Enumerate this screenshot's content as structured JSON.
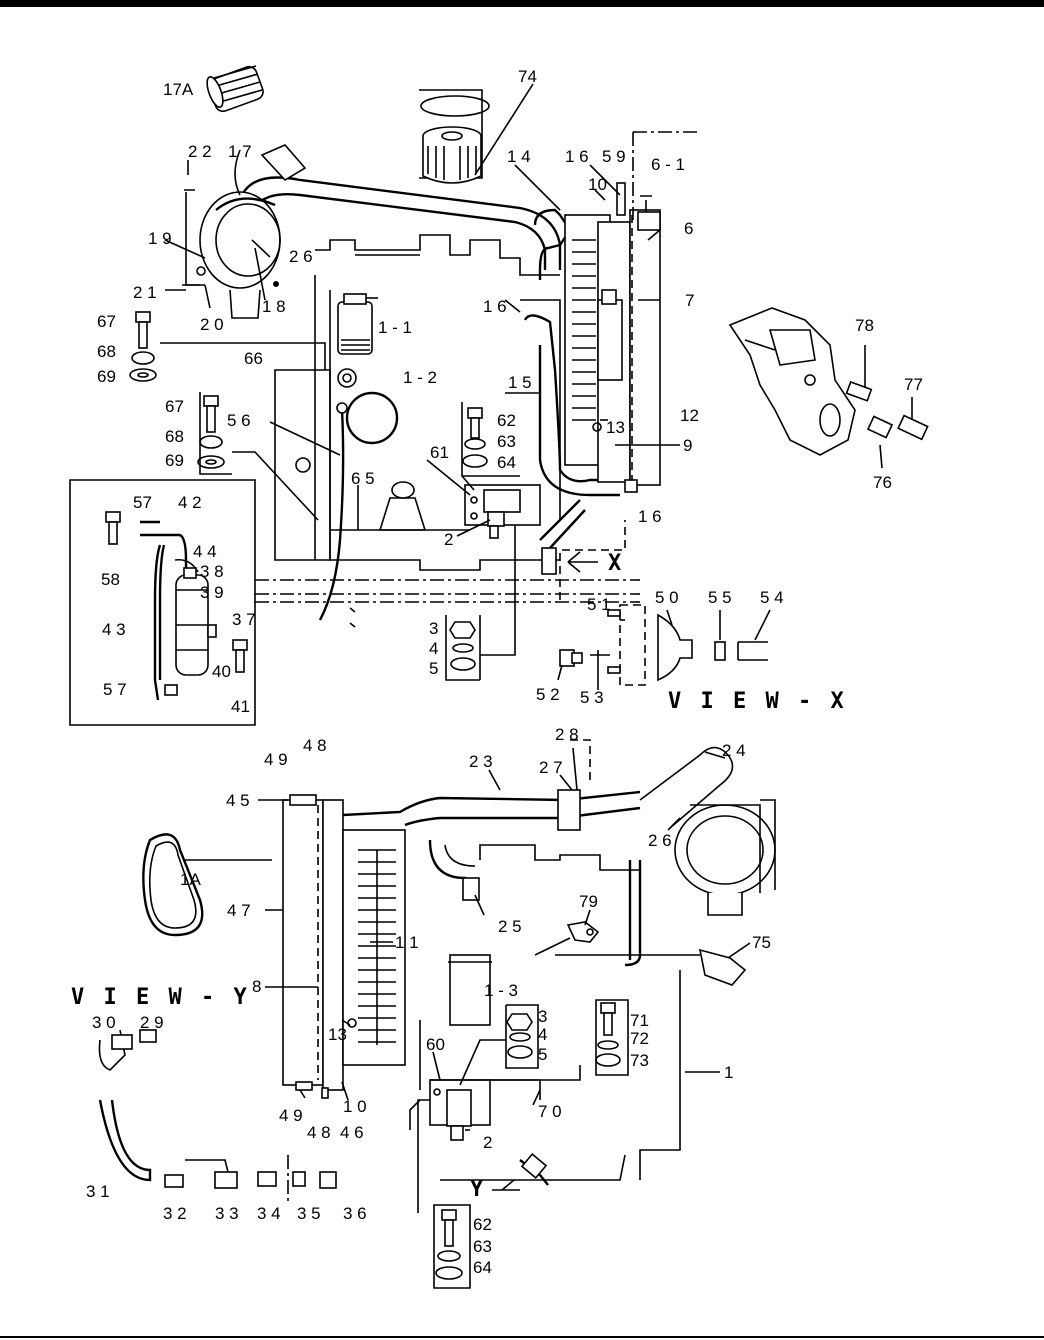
{
  "labels": {
    "l17A": "17A",
    "l74": "74",
    "l22": "2 2",
    "l17": "1 7",
    "l14": "1 4",
    "l16a": "1 6",
    "l59": "5 9",
    "l61a": "6 - 1",
    "l10a": "10",
    "l6": "6",
    "l19": "1 9",
    "l26a": "2 6",
    "l16b": "1 6",
    "l7": "7",
    "l21": "2 1",
    "l20": "2 0",
    "l18": "1 8",
    "l11a": "1 - 1",
    "l67a": "67",
    "l68a": "68",
    "l69a": "69",
    "l66": "66",
    "l12b": "1 - 2",
    "l15": "1 5",
    "l78": "78",
    "l77": "77",
    "l67b": "67",
    "l56": "5 6",
    "l62a": "62",
    "l63a": "63",
    "l64a": "64",
    "l12": "12",
    "l13a": "13",
    "l9": "9",
    "l68b": "68",
    "l69b": "69",
    "l61": "61",
    "l76": "76",
    "l57a": "57",
    "l42": "4 2",
    "l65": "6 5",
    "l16c": "1 6",
    "l2a": "2",
    "l44": "4 4",
    "l38": "3 8",
    "l58": "58",
    "l39": "3 9",
    "l43": "4 3",
    "l37": "3 7",
    "l40": "40",
    "l3a": "3",
    "l4a": "4",
    "l5a": "5",
    "l51": "5 1",
    "l50": "5 0",
    "l55": "5 5",
    "l54": "5 4",
    "l57b": "5 7",
    "l41": "41",
    "l52": "5 2",
    "l53": "5 3",
    "l28": "2 8",
    "l49a": "4 9",
    "l48a": "4 8",
    "l23": "2 3",
    "l24": "2 4",
    "l27": "2 7",
    "l45": "4 5",
    "l1A": "1A",
    "l26b": "2 6",
    "l47": "4 7",
    "l11": "1 1",
    "l79": "79",
    "l25": "2 5",
    "l75": "75",
    "l8": "8",
    "l13b": "1 - 3",
    "l3b": "3",
    "l4b": "4",
    "l5b": "5",
    "l71": "71",
    "l72": "72",
    "l73": "73",
    "l30": "3 0",
    "l29": "2 9",
    "l13c": "13",
    "l60": "60",
    "l1": "1",
    "l49b": "4 9",
    "l10b": "1 0",
    "l48b": "4 8",
    "l46": "4 6",
    "l70": "7 0",
    "l2b": "2",
    "l31": "3 1",
    "l32": "3 2",
    "l33": "3 3",
    "l34": "3 4",
    "l35": "3 5",
    "l36": "3 6",
    "l62b": "62",
    "l63b": "63",
    "l64b": "64"
  },
  "views": {
    "view_x": "V I E W - X",
    "view_y": "V I E W - Y"
  },
  "arrows": {
    "x": "X",
    "y": "Y"
  }
}
